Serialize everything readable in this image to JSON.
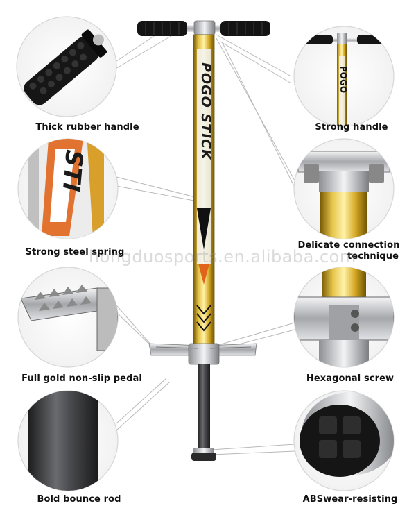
{
  "product": {
    "stick_text": "POGO STICK",
    "colors": {
      "gold": "#d9b12a",
      "gold_dark": "#8a6a08",
      "rod": "#3a3b3d",
      "chrome": "#c8c9cc",
      "handle": "#111111",
      "accent_orange": "#e0651b"
    }
  },
  "features": {
    "thick_rubber_handle": "Thick rubber handle",
    "strong_handle": "Strong handle",
    "strong_steel_spring": "Strong steel spring",
    "delicate_connection_line1": "Delicate connection",
    "delicate_connection_line2": "technique",
    "full_gold_pedal": "Full gold non-slip pedal",
    "hexagonal_screw": "Hexagonal screw",
    "bold_bounce_rod": "Bold bounce rod",
    "abs_wear_resisting": "ABSwear-resisting"
  },
  "watermark": "hongduosports.en.alibaba.com"
}
